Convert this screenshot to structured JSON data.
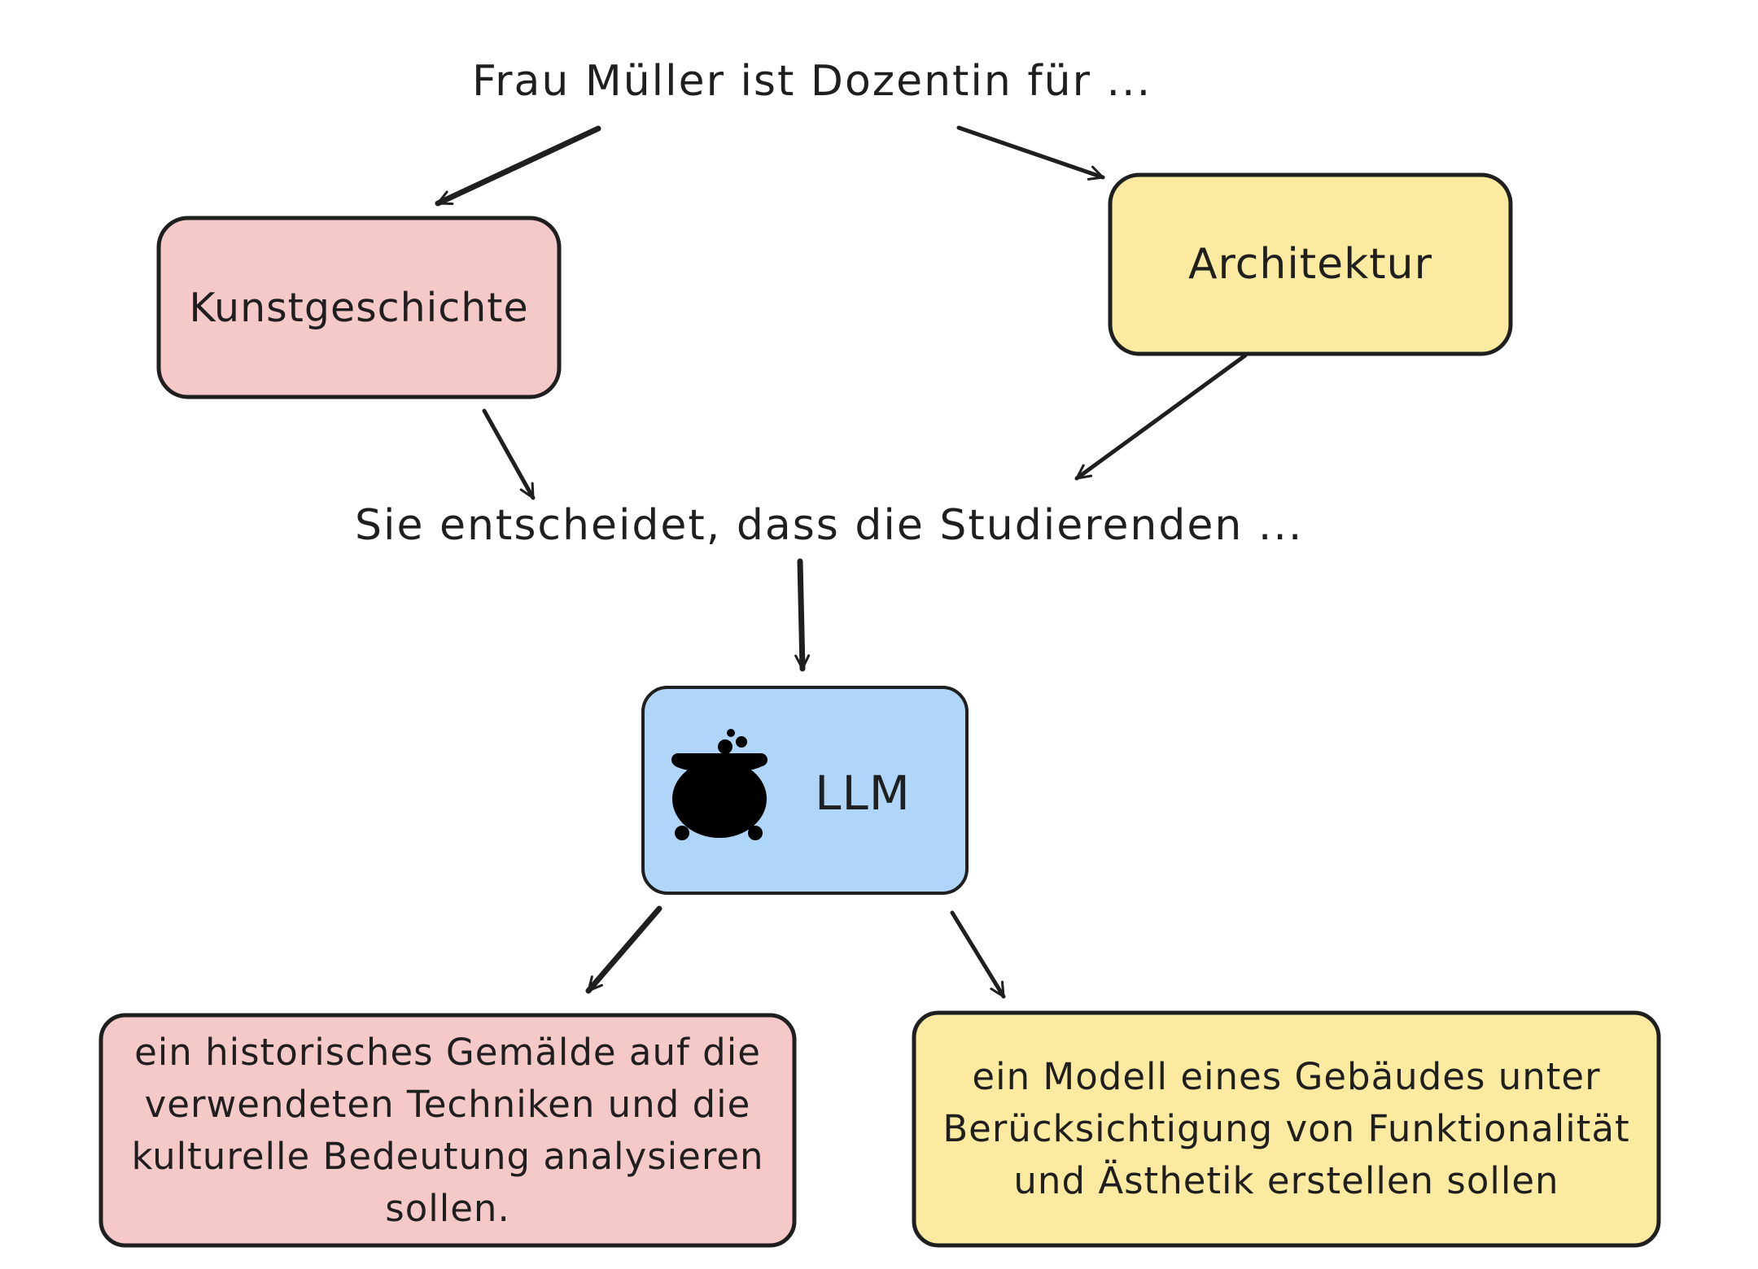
{
  "diagram": {
    "top_label": "Frau Müller ist Dozentin für ...",
    "middle_label": "Sie entscheidet, dass die Studierenden ...",
    "nodes": {
      "art_history": {
        "label": "Kunstgeschichte",
        "fill": "#f6c9c9"
      },
      "architecture": {
        "label": "Architektur",
        "fill": "#fbeaa0"
      },
      "llm": {
        "label": "LLM",
        "fill": "#afd6f8",
        "icon": "cauldron-icon"
      },
      "art_task": {
        "lines": [
          "ein historisches Gemälde auf die",
          "verwendeten Techniken und die",
          "kulturelle Bedeutung analysieren",
          "sollen."
        ],
        "fill": "#f6c9c9"
      },
      "architecture_task": {
        "lines": [
          "ein Modell eines Gebäudes unter",
          "Berücksichtigung von Funktionalität",
          "und Ästhetik erstellen sollen"
        ],
        "fill": "#fbeaa0"
      }
    },
    "colors": {
      "stroke": "#1f1f1f",
      "background": "#ffffff"
    }
  }
}
